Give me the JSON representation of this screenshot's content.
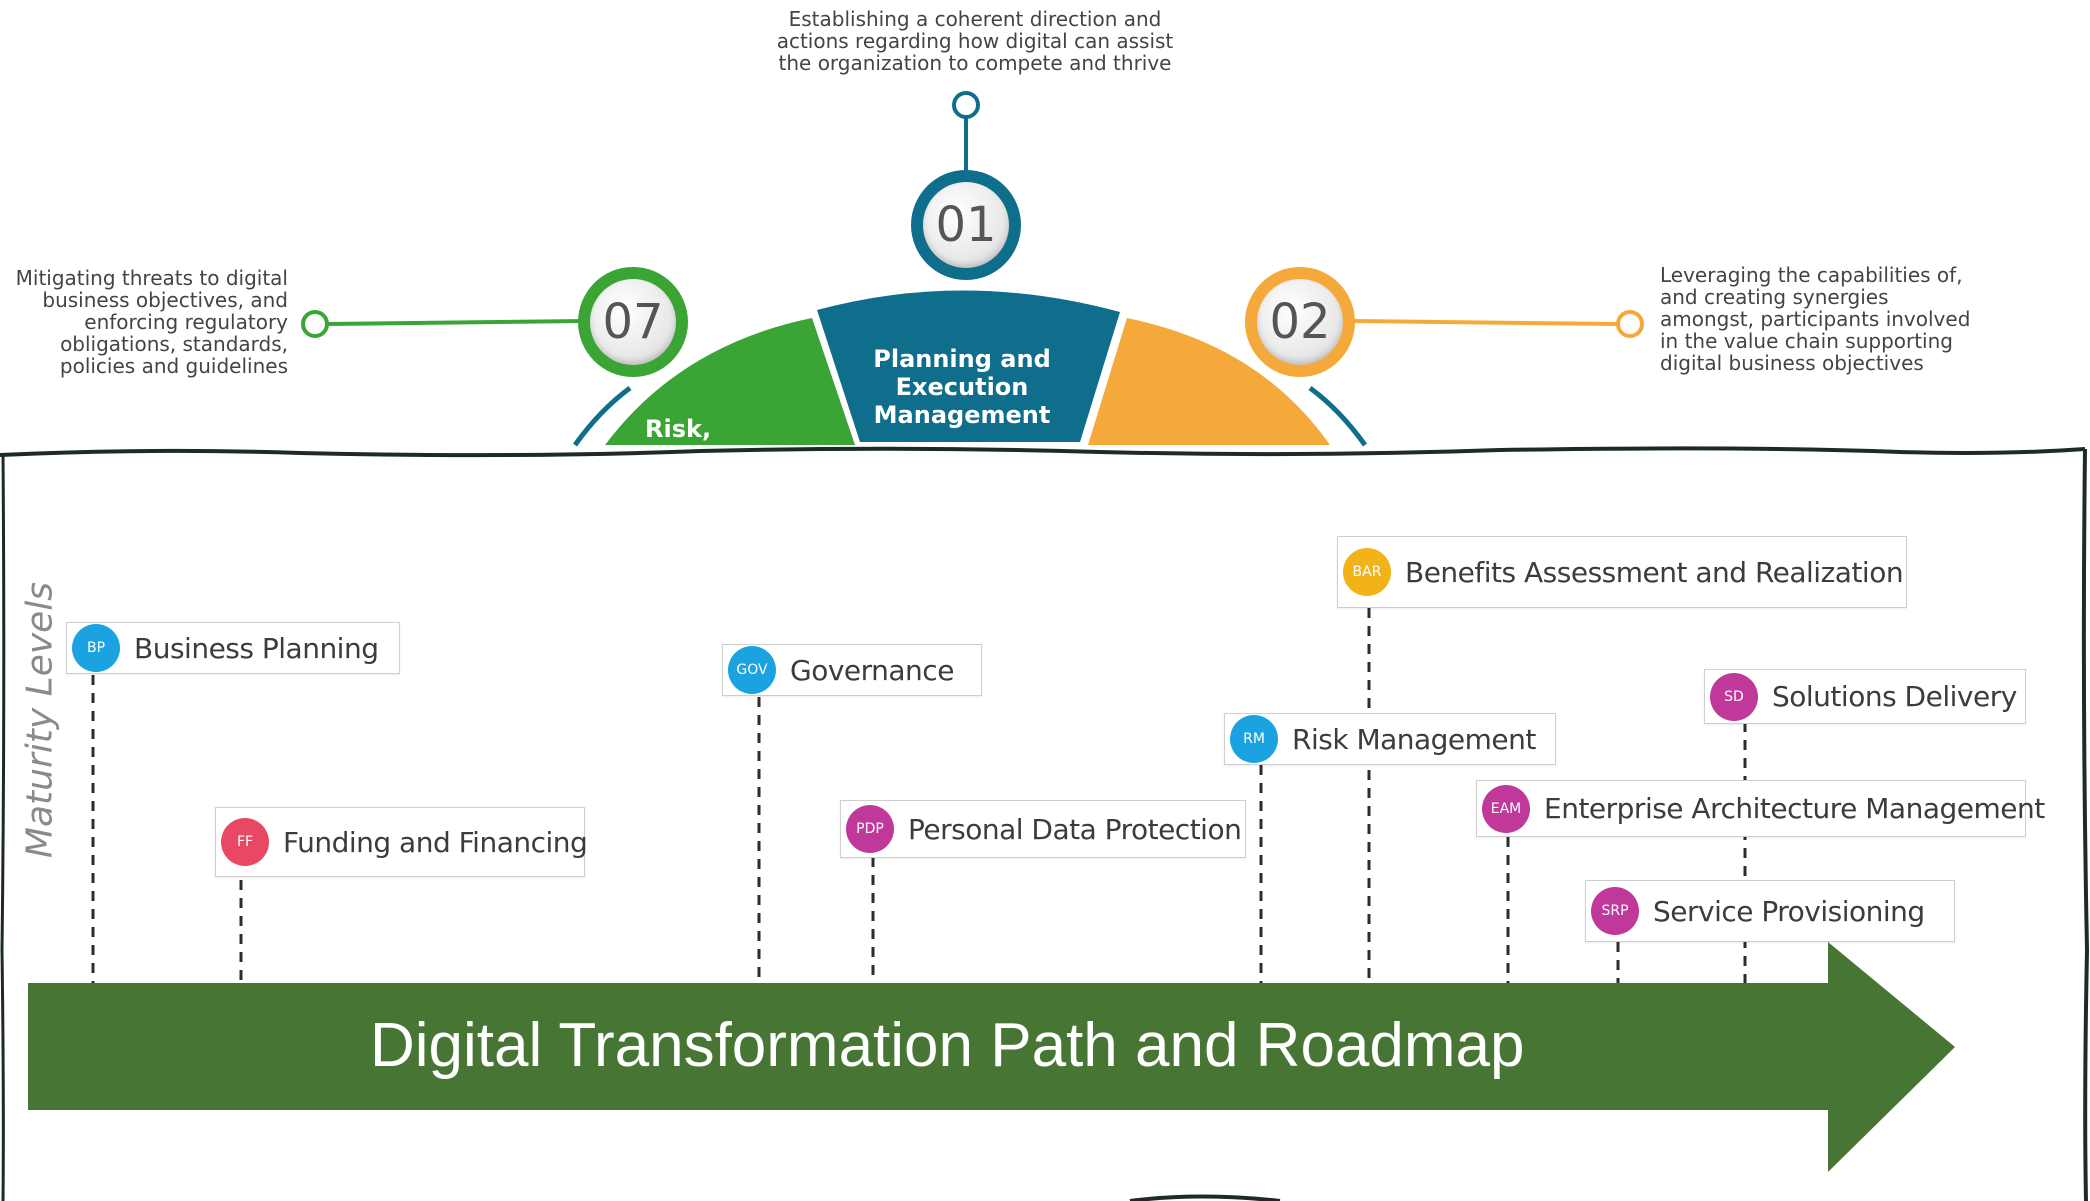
{
  "descriptions": {
    "top": "Establishing a coherent direction and actions regarding how digital can assist the organization to compete and thrive",
    "left": "Mitigating threats to digital business objectives, and enforcing regulatory obligations, standards, policies and guidelines",
    "right": "Leveraging the capabilities of, and creating synergies amongst, participants involved in the value chain supporting digital business objectives"
  },
  "numbers": {
    "n01": "01",
    "n07": "07",
    "n02": "02"
  },
  "segments": {
    "center": "Planning and Execution Management",
    "left": "Risk, Controls,"
  },
  "y_axis_label": "Maturity Levels",
  "banner": "Digital Transformation Path and Roadmap",
  "milestones": [
    {
      "abbr": "BP",
      "label": "Business Planning",
      "color": "#1aa3e0"
    },
    {
      "abbr": "FF",
      "label": "Funding and Financing",
      "color": "#e84864"
    },
    {
      "abbr": "GOV",
      "label": "Governance",
      "color": "#1aa3e0"
    },
    {
      "abbr": "PDP",
      "label": "Personal Data Protection",
      "color": "#c0399a"
    },
    {
      "abbr": "RM",
      "label": "Risk Management",
      "color": "#1aa3e0"
    },
    {
      "abbr": "BAR",
      "label": "Benefits Assessment and Realization",
      "color": "#f2b318"
    },
    {
      "abbr": "EAM",
      "label": "Enterprise Architecture Management",
      "color": "#c0399a"
    },
    {
      "abbr": "SD",
      "label": "Solutions Delivery",
      "color": "#c0399a"
    },
    {
      "abbr": "SRP",
      "label": "Service Provisioning",
      "color": "#c0399a"
    }
  ],
  "colors": {
    "green": "#3aa535",
    "teal": "#0f6e8c",
    "orange": "#f5a93b",
    "banner": "#467534"
  }
}
